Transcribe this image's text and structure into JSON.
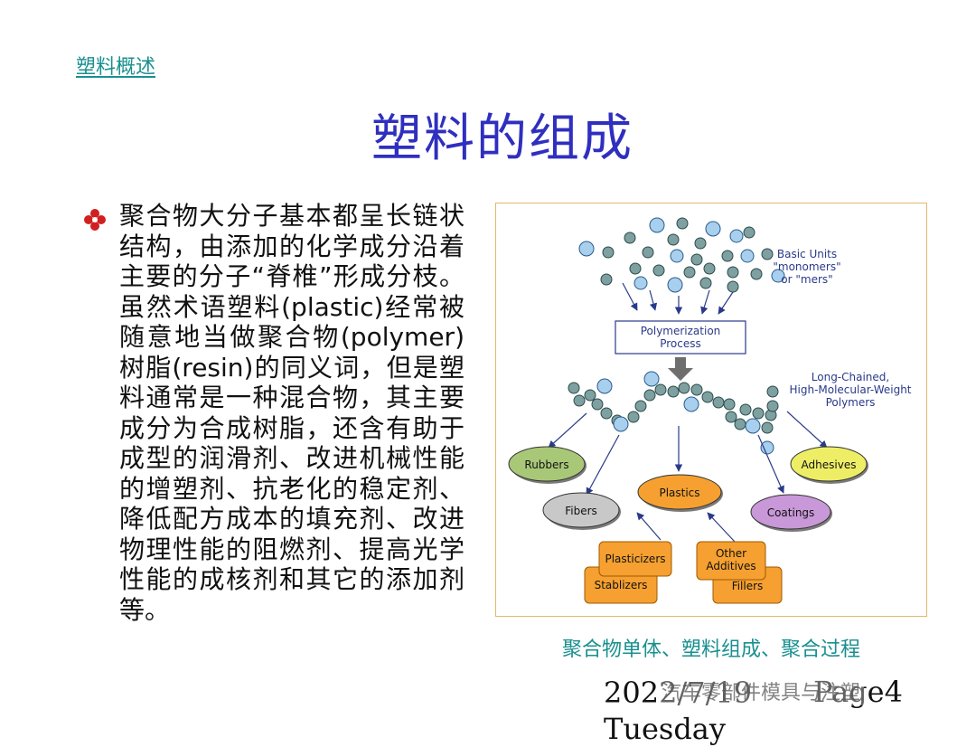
{
  "header": {
    "section_link": "塑料概述",
    "title": "塑料的组成"
  },
  "bullet": {
    "text": "聚合物大分子基本都呈长链状结构，由添加的化学成分沿着主要的分子“脊椎”形成分枝。虽然术语塑料(plastic)经常被随意地当做聚合物(polymer)树脂(resin)的同义词，但是塑料通常是一种混合物，其主要成分为合成树脂，还含有助于成型的润滑剂、改进机械性能的增塑剂、抗老化的稳定剂、降低配方成本的填充剂、改进物理性能的阻燃剂、提高光学性能的成核剂和其它的添加剂等。"
  },
  "figure": {
    "basic_units_lines": [
      "Basic Units",
      "\"monomers\"",
      "or \"mers\""
    ],
    "process_lines": [
      "Polymerization",
      "Process"
    ],
    "polymers_lines": [
      "Long-Chained,",
      "High-Molecular-Weight",
      "Polymers"
    ],
    "rubbers": "Rubbers",
    "fibers": "Fibers",
    "plastics": "Plastics",
    "coatings": "Coatings",
    "adhesives": "Adhesives",
    "plasticizers": "Plasticizers",
    "stablizers": "Stablizers",
    "other_additives_lines": [
      "Other",
      "Additives"
    ],
    "fillers": "Fillers",
    "colors": {
      "rubbers": "#a8c878",
      "fibers": "#c8c8c8",
      "plastics": "#f5a030",
      "coatings": "#c898d8",
      "adhesives": "#eeee66",
      "additive_box": "#f5a030"
    }
  },
  "caption": "聚合物单体、塑料组成、聚合过程",
  "footer": {
    "date_line1": "2022/7/19",
    "date_line2": "Tuesday",
    "page": "Page4"
  },
  "watermark": "汽车零部件模具与注塑"
}
